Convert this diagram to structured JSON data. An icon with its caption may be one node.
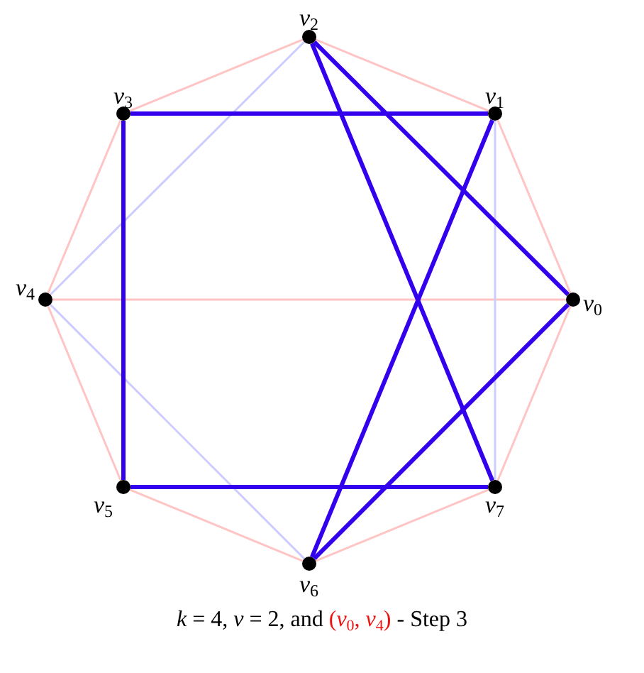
{
  "diagram": {
    "caption": "*k* = 4, *ν* = 2, and (*v*$_{0}$, *v*$_{4}$) - Step 3",
    "nodes": [
      {
        "text": [],
        "shape": "circle",
        "beside": [
          "*v*$_{0}$"
        ]
      },
      {
        "text": [],
        "shape": "circle",
        "beside": [
          "*v*$_{1}$"
        ]
      },
      {
        "text": [],
        "shape": "circle",
        "beside": [
          "*v*$_{2}$"
        ]
      },
      {
        "text": [],
        "shape": "circle",
        "beside": [
          "*v*$_{3}$"
        ]
      },
      {
        "text": [],
        "shape": "circle",
        "beside": [
          "*v*$_{4}$"
        ]
      },
      {
        "text": [],
        "shape": "circle",
        "beside": [
          "*v*$_{5}$"
        ]
      },
      {
        "text": [],
        "shape": "circle",
        "beside": [
          "*v*$_{6}$"
        ]
      },
      {
        "text": [],
        "shape": "circle",
        "beside": [
          "*v*$_{7}$"
        ]
      }
    ],
    "edges": [
      {
        "from": 0,
        "to": 1,
        "arrow": "none"
      },
      {
        "from": 1,
        "to": 2,
        "arrow": "none"
      },
      {
        "from": 2,
        "to": 3,
        "arrow": "none"
      },
      {
        "from": 3,
        "to": 4,
        "arrow": "none"
      },
      {
        "from": 4,
        "to": 5,
        "arrow": "none"
      },
      {
        "from": 5,
        "to": 6,
        "arrow": "none"
      },
      {
        "from": 6,
        "to": 7,
        "arrow": "none"
      },
      {
        "from": 7,
        "to": 0,
        "arrow": "none"
      },
      {
        "from": 4,
        "to": 0,
        "arrow": "none"
      },
      {
        "from": 4,
        "to": 2,
        "arrow": "none",
        "color": "#ccccff"
      },
      {
        "from": 4,
        "to": 6,
        "arrow": "none",
        "color": "#ccccff"
      },
      {
        "from": 1,
        "to": 7,
        "arrow": "none",
        "color": "#ccccff"
      },
      {
        "from": 3,
        "to": 1,
        "arrow": "none",
        "style": "thick",
        "color": "#3300ee"
      },
      {
        "from": 2,
        "to": 0,
        "arrow": "none",
        "style": "thick",
        "color": "#3300ee"
      },
      {
        "from": 2,
        "to": 7,
        "arrow": "none",
        "style": "thick",
        "color": "#3300ee"
      },
      {
        "from": 1,
        "to": 6,
        "arrow": "none",
        "style": "thick",
        "color": "#3300ee"
      },
      {
        "from": 0,
        "to": 6,
        "arrow": "none",
        "style": "thick",
        "color": "#3300ee"
      },
      {
        "from": 3,
        "to": 5,
        "arrow": "none",
        "style": "thick",
        "color": "#3300ee"
      },
      {
        "from": 5,
        "to": 7,
        "arrow": "none",
        "style": "thick",
        "color": "#3300ee"
      }
    ]
  }
}
